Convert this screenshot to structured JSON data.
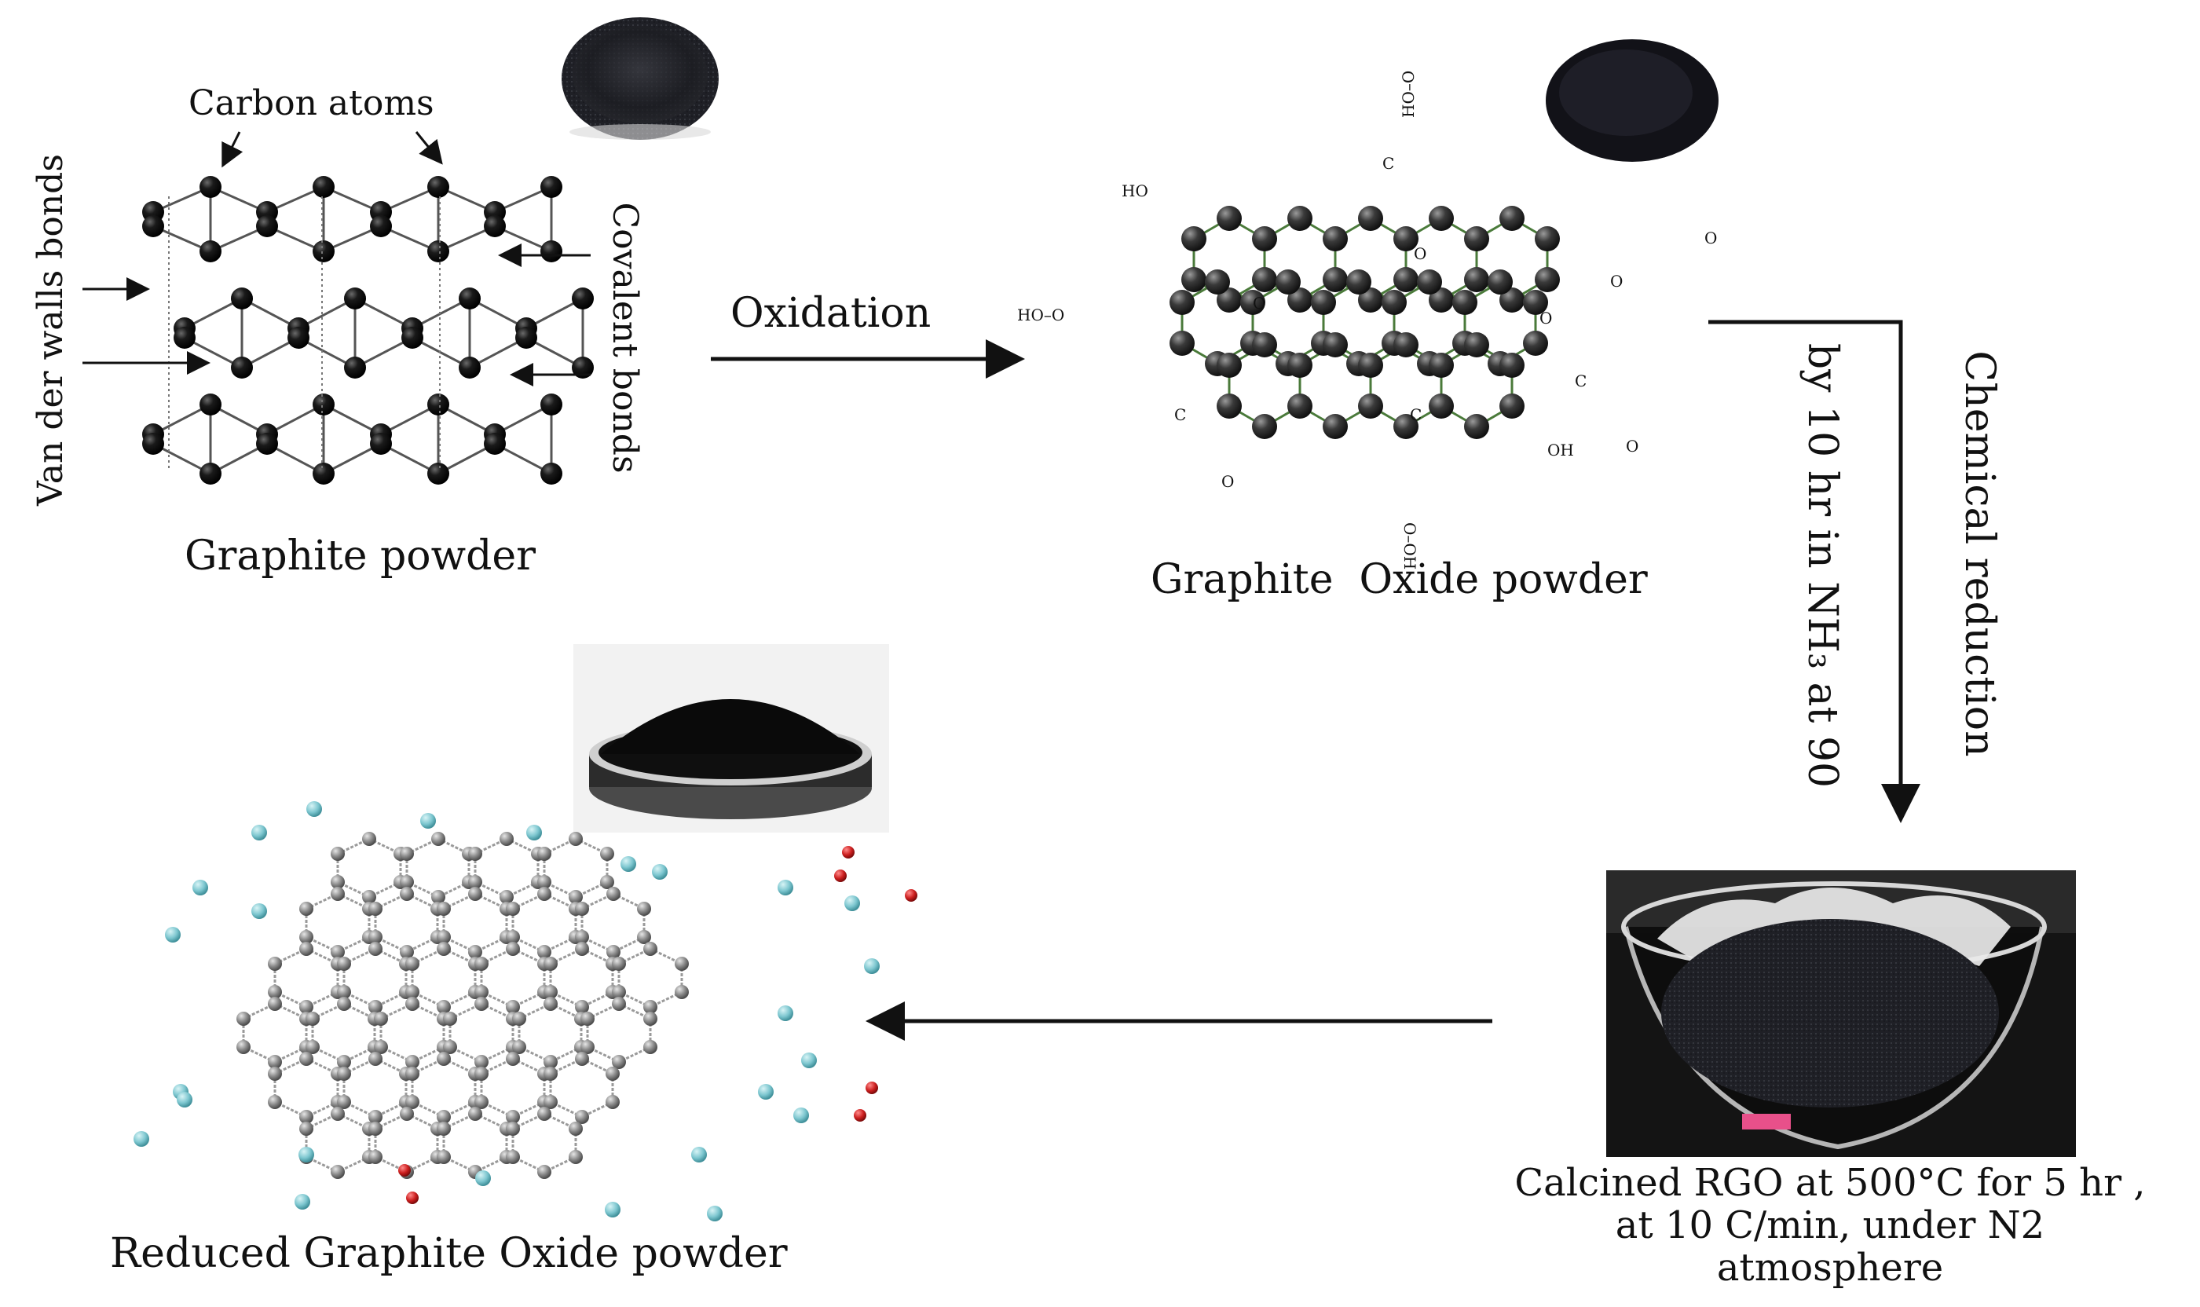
{
  "graphite": {
    "label_carbon_atoms": "Carbon atoms",
    "label_van_der_waals": "Van der walls bonds",
    "label_covalent": "Covalent bonds",
    "caption": "Graphite powder"
  },
  "step_oxidation": {
    "label": "Oxidation"
  },
  "graphite_oxide": {
    "caption": "Graphite  Oxide powder",
    "groups": {
      "ho": "HO",
      "hoo": "HO–O",
      "hoo_left": "HO–O",
      "o": "O",
      "c": "C",
      "oh": "OH",
      "ooh": "O–OH"
    }
  },
  "step_reduction": {
    "line1": "Chemical reduction",
    "line2": "by 10 hr in NH₃ at 90"
  },
  "calcined": {
    "line1": "Calcined RGO at 500°C for 5 hr ,",
    "line2": "at 10 C/min, under N2",
    "line3": "atmosphere"
  },
  "rgo": {
    "caption": "Reduced Graphite Oxide powder"
  },
  "colors": {
    "atom": "#111111",
    "go_atom": "#2f2f2f",
    "go_bond": "#4a7a3a",
    "rgo_carbon": "#8a8a8a",
    "rgo_edge": "#7cc6cf",
    "rgo_oxygen": "#cc1f1f",
    "arrow": "#111111"
  },
  "icons": [
    "graphite-powder-photo",
    "graphite-oxide-powder-photo",
    "rgo-petri-dish-photo",
    "calcined-beaker-photo"
  ]
}
